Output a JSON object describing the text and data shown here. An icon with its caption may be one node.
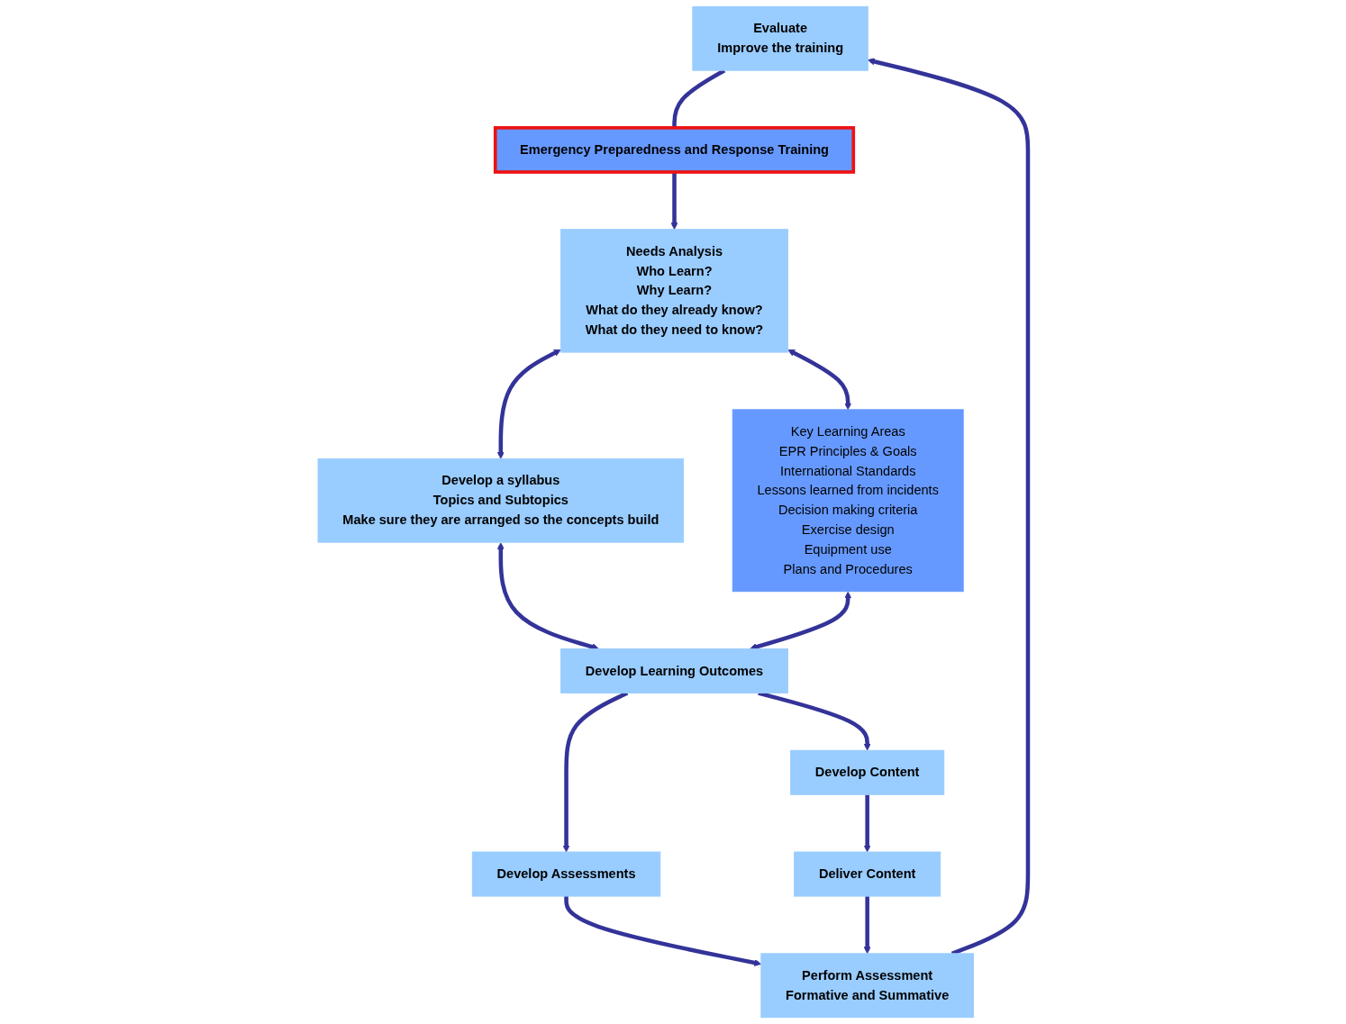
{
  "diagram": {
    "nodes": [
      {
        "text": [
          "Evaluate",
          "Improve the training"
        ]
      },
      {
        "text": [
          "Emergency Preparedness and Response Training"
        ]
      },
      {
        "text": [
          "Needs Analysis",
          "Who Learn?",
          "Why Learn?",
          "What do they already know?",
          "What do they need to know?"
        ]
      },
      {
        "text": [
          "Key Learning Areas",
          "EPR Principles & Goals",
          "International Standards",
          "Lessons learned from incidents",
          "Decision making criteria",
          "Exercise design",
          "Equipment use",
          "Plans and Procedures"
        ]
      },
      {
        "text": [
          "Develop a syllabus",
          "Topics and Subtopics",
          "Make sure they are arranged so the concepts build"
        ]
      },
      {
        "text": [
          "Perform Assessment",
          "Formative and Summative"
        ]
      },
      {
        "text": [
          "Deliver Content"
        ]
      },
      {
        "text": [
          "Develop Content"
        ]
      },
      {
        "text": [
          "Develop Learning Outcomes"
        ]
      },
      {
        "text": [
          "Develop Assessments"
        ]
      }
    ],
    "edges": [
      {
        "from": 0,
        "to": 1,
        "arrow": "none"
      },
      {
        "from": 1,
        "to": 2,
        "arrow": "to"
      },
      {
        "from": 2,
        "to": 3,
        "arrow": "both"
      },
      {
        "from": 2,
        "to": 4,
        "arrow": "both"
      },
      {
        "from": 4,
        "to": 8,
        "arrow": "both"
      },
      {
        "from": 3,
        "to": 8,
        "arrow": "both"
      },
      {
        "from": 8,
        "to": 7,
        "arrow": "to"
      },
      {
        "from": 7,
        "to": 6,
        "arrow": "to"
      },
      {
        "from": 8,
        "to": 9,
        "arrow": "to"
      },
      {
        "from": 9,
        "to": 5,
        "arrow": "to"
      },
      {
        "from": 6,
        "to": 5,
        "arrow": "to"
      },
      {
        "from": 5,
        "to": 0,
        "arrow": "to"
      }
    ]
  }
}
